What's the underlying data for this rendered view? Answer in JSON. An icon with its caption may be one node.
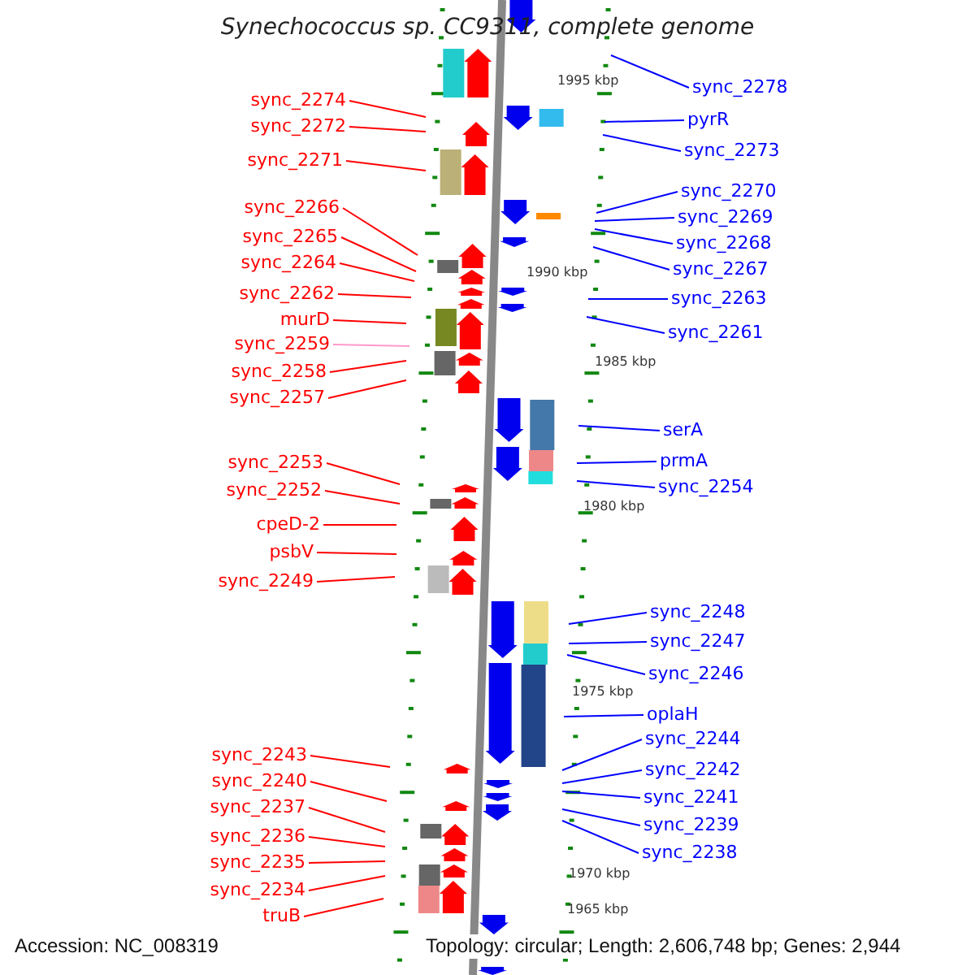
{
  "diagram": {
    "title": "Synechococcus sp. CC9311, complete genome",
    "nodes": [
      {
        "text": [
          "sync_2274"
        ]
      },
      {
        "text": [
          "sync_2272"
        ]
      },
      {
        "text": [
          "sync_2271"
        ]
      },
      {
        "text": [
          "sync_2266"
        ]
      },
      {
        "text": [
          "sync_2265"
        ]
      },
      {
        "text": [
          "sync_2264"
        ]
      },
      {
        "text": [
          "sync_2262"
        ]
      },
      {
        "text": [
          "murD"
        ]
      },
      {
        "text": [
          "sync_2259"
        ]
      },
      {
        "text": [
          "sync_2258"
        ]
      },
      {
        "text": [
          "sync_2257"
        ]
      },
      {
        "text": [
          "sync_2253"
        ]
      },
      {
        "text": [
          "sync_2252"
        ]
      },
      {
        "text": [
          "cpeD-2"
        ]
      },
      {
        "text": [
          "psbV"
        ]
      },
      {
        "text": [
          "sync_2249"
        ]
      },
      {
        "text": [
          "sync_2243"
        ]
      },
      {
        "text": [
          "sync_2240"
        ]
      },
      {
        "text": [
          "sync_2237"
        ]
      },
      {
        "text": [
          "sync_2236"
        ]
      },
      {
        "text": [
          "sync_2235"
        ]
      },
      {
        "text": [
          "sync_2234"
        ]
      },
      {
        "text": [
          "truB"
        ]
      },
      {
        "text": [
          "sync_2278"
        ]
      },
      {
        "text": [
          "pyrR"
        ]
      },
      {
        "text": [
          "sync_2273"
        ]
      },
      {
        "text": [
          "sync_2270"
        ]
      },
      {
        "text": [
          "sync_2269"
        ]
      },
      {
        "text": [
          "sync_2268"
        ]
      },
      {
        "text": [
          "sync_2267"
        ]
      },
      {
        "text": [
          "sync_2263"
        ]
      },
      {
        "text": [
          "sync_2261"
        ]
      },
      {
        "text": [
          "serA"
        ]
      },
      {
        "text": [
          "prmA"
        ]
      },
      {
        "text": [
          "sync_2254"
        ]
      },
      {
        "text": [
          "sync_2248"
        ]
      },
      {
        "text": [
          "sync_2247"
        ]
      },
      {
        "text": [
          "sync_2246"
        ]
      },
      {
        "text": [
          "oplaH"
        ]
      },
      {
        "text": [
          "sync_2244"
        ]
      },
      {
        "text": [
          "sync_2242"
        ]
      },
      {
        "text": [
          "sync_2241"
        ]
      },
      {
        "text": [
          "sync_2239"
        ]
      },
      {
        "text": [
          "sync_2238"
        ]
      }
    ],
    "edges": [
      {
        "from": 0,
        "to": null,
        "arrow": "none"
      },
      {
        "from": 1,
        "to": null,
        "arrow": "none"
      },
      {
        "from": 2,
        "to": null,
        "arrow": "none"
      },
      {
        "from": 3,
        "to": null,
        "arrow": "none"
      },
      {
        "from": 4,
        "to": null,
        "arrow": "none"
      },
      {
        "from": 5,
        "to": null,
        "arrow": "none"
      },
      {
        "from": 6,
        "to": null,
        "arrow": "none"
      },
      {
        "from": 7,
        "to": null,
        "arrow": "none"
      },
      {
        "from": 8,
        "to": null,
        "arrow": "none",
        "color": "#ff99cc"
      },
      {
        "from": 9,
        "to": null,
        "arrow": "none"
      },
      {
        "from": 10,
        "to": null,
        "arrow": "none"
      },
      {
        "from": 11,
        "to": null,
        "arrow": "none"
      },
      {
        "from": 12,
        "to": null,
        "arrow": "none"
      },
      {
        "from": 13,
        "to": null,
        "arrow": "none"
      },
      {
        "from": 14,
        "to": null,
        "arrow": "none"
      },
      {
        "from": 15,
        "to": null,
        "arrow": "none"
      },
      {
        "from": 16,
        "to": null,
        "arrow": "none"
      },
      {
        "from": 17,
        "to": null,
        "arrow": "none"
      },
      {
        "from": 18,
        "to": null,
        "arrow": "none"
      },
      {
        "from": 19,
        "to": null,
        "arrow": "none"
      },
      {
        "from": 20,
        "to": null,
        "arrow": "none"
      },
      {
        "from": 21,
        "to": null,
        "arrow": "none"
      },
      {
        "from": 22,
        "to": null,
        "arrow": "none"
      },
      {
        "from": 23,
        "to": null,
        "arrow": "none",
        "color": "#0000ff"
      },
      {
        "from": 24,
        "to": null,
        "arrow": "none",
        "color": "#0000ff"
      },
      {
        "from": 25,
        "to": null,
        "arrow": "none",
        "color": "#0000ff"
      },
      {
        "from": 26,
        "to": null,
        "arrow": "none",
        "color": "#0000ff"
      },
      {
        "from": 27,
        "to": null,
        "arrow": "none",
        "color": "#0000ff"
      },
      {
        "from": 28,
        "to": null,
        "arrow": "none",
        "color": "#0000ff"
      },
      {
        "from": 29,
        "to": null,
        "arrow": "none",
        "color": "#0000ff"
      },
      {
        "from": 30,
        "to": null,
        "arrow": "none",
        "color": "#0000ff"
      },
      {
        "from": 31,
        "to": null,
        "arrow": "none",
        "color": "#0000ff"
      },
      {
        "from": 32,
        "to": null,
        "arrow": "none",
        "color": "#0000ff"
      },
      {
        "from": 33,
        "to": null,
        "arrow": "none",
        "color": "#0000ff"
      },
      {
        "from": 34,
        "to": null,
        "arrow": "none",
        "color": "#0000ff"
      },
      {
        "from": 35,
        "to": null,
        "arrow": "none",
        "color": "#0000ff"
      },
      {
        "from": 36,
        "to": null,
        "arrow": "none",
        "color": "#0000ff"
      },
      {
        "from": 37,
        "to": null,
        "arrow": "none",
        "color": "#0000ff"
      },
      {
        "from": 38,
        "to": null,
        "arrow": "none",
        "color": "#0000ff"
      },
      {
        "from": 39,
        "to": null,
        "arrow": "none",
        "color": "#0000ff"
      },
      {
        "from": 40,
        "to": null,
        "arrow": "none",
        "color": "#0000ff"
      },
      {
        "from": 41,
        "to": null,
        "arrow": "none",
        "color": "#0000ff"
      },
      {
        "from": 42,
        "to": null,
        "arrow": "none",
        "color": "#0000ff"
      },
      {
        "from": 43,
        "to": null,
        "arrow": "none",
        "color": "#0000ff"
      }
    ],
    "labels": [
      "1995 kbp",
      "1990 kbp",
      "1985 kbp",
      "1980 kbp",
      "1975 kbp",
      "1970 kbp",
      "1965 kbp",
      "Accession: NC_008319",
      "Topology: circular; Length: 2,606,748 bp; Genes: 2,944"
    ]
  }
}
